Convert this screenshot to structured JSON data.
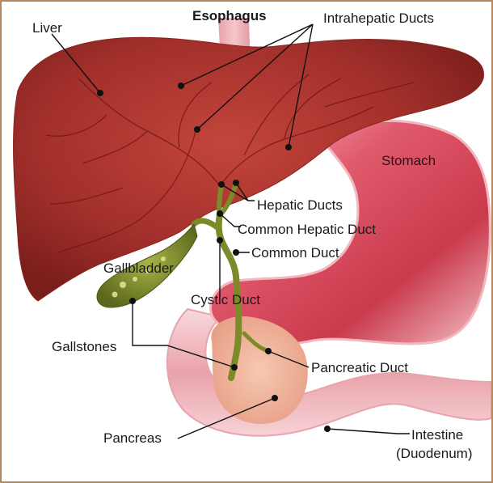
{
  "labels": {
    "esophagus": "Esophagus",
    "intrahepatic_ducts": "Intrahepatic Ducts",
    "liver": "Liver",
    "stomach": "Stomach",
    "hepatic_ducts": "Hepatic Ducts",
    "common_hepatic_duct": "Common Hepatic Duct",
    "common_duct": "Common Duct",
    "gallbladder": "Gallbladder",
    "cystic_duct": "Cystic Duct",
    "gallstones": "Gallstones",
    "pancreatic_duct": "Pancreatic Duct",
    "pancreas": "Pancreas",
    "intestine": "Intestine",
    "duodenum": "(Duodenum)"
  },
  "colors": {
    "border": "#b4875f",
    "liver": "#a52a24",
    "stomach": "#d94a5a",
    "gallbladder": "#7d8a2a",
    "pancreas": "#f0b79e"
  }
}
